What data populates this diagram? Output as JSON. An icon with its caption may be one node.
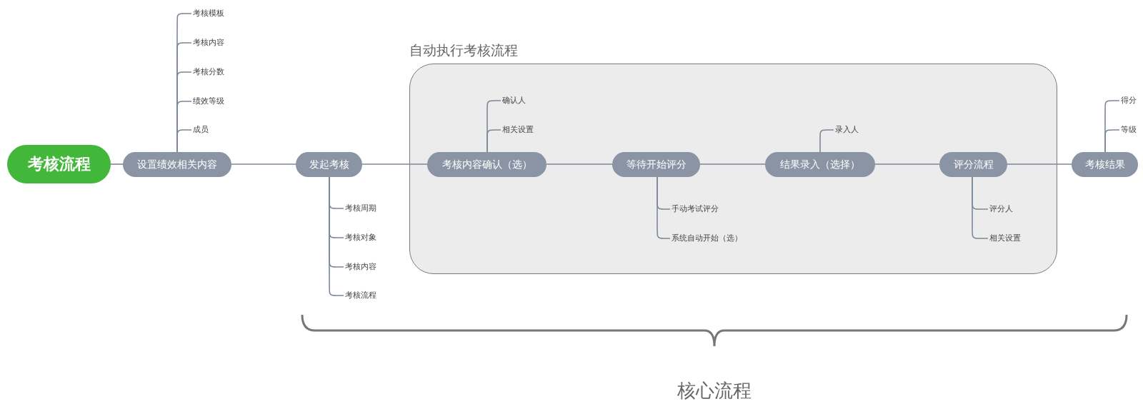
{
  "diagram": {
    "nodes": [
      {
        "text": [
          "考核流程"
        ]
      },
      {
        "text": [
          "设置绩效相关内容"
        ]
      },
      {
        "text": [
          "考核模板"
        ]
      },
      {
        "text": [
          "考核内容"
        ]
      },
      {
        "text": [
          "考核分数"
        ]
      },
      {
        "text": [
          "绩效等级"
        ]
      },
      {
        "text": [
          "成员"
        ]
      },
      {
        "text": [
          "发起考核"
        ]
      },
      {
        "text": [
          "考核周期"
        ]
      },
      {
        "text": [
          "考核对象"
        ]
      },
      {
        "text": [
          "考核内容"
        ]
      },
      {
        "text": [
          "考核流程"
        ]
      },
      {
        "text": [
          "自动执行考核流程"
        ]
      },
      {
        "text": [
          "考核内容确认（选）"
        ],
        "in": 12
      },
      {
        "text": [
          "确认人"
        ],
        "in": 12
      },
      {
        "text": [
          "相关设置"
        ],
        "in": 12
      },
      {
        "text": [
          "等待开始评分"
        ],
        "in": 12
      },
      {
        "text": [
          "手动考试评分"
        ],
        "in": 12
      },
      {
        "text": [
          "系统自动开始（选）"
        ],
        "in": 12
      },
      {
        "text": [
          "结果录入（选择）"
        ],
        "in": 12
      },
      {
        "text": [
          "录入人"
        ],
        "in": 12
      },
      {
        "text": [
          "评分流程"
        ],
        "in": 12
      },
      {
        "text": [
          "评分人"
        ],
        "in": 12
      },
      {
        "text": [
          "相关设置"
        ],
        "in": 12
      },
      {
        "text": [
          "考核结果"
        ]
      },
      {
        "text": [
          "得分"
        ]
      },
      {
        "text": [
          "等级"
        ]
      }
    ],
    "edges": [
      {
        "from": 0,
        "to": 1,
        "arrow": "none"
      },
      {
        "from": 1,
        "to": 2,
        "arrow": "none"
      },
      {
        "from": 1,
        "to": 3,
        "arrow": "none"
      },
      {
        "from": 1,
        "to": 4,
        "arrow": "none"
      },
      {
        "from": 1,
        "to": 5,
        "arrow": "none"
      },
      {
        "from": 1,
        "to": 6,
        "arrow": "none"
      },
      {
        "from": 1,
        "to": 7,
        "arrow": "none"
      },
      {
        "from": 7,
        "to": 8,
        "arrow": "none"
      },
      {
        "from": 7,
        "to": 9,
        "arrow": "none"
      },
      {
        "from": 7,
        "to": 10,
        "arrow": "none"
      },
      {
        "from": 7,
        "to": 11,
        "arrow": "none"
      },
      {
        "from": 7,
        "to": 13,
        "arrow": "none"
      },
      {
        "from": 13,
        "to": 14,
        "arrow": "none"
      },
      {
        "from": 13,
        "to": 15,
        "arrow": "none"
      },
      {
        "from": 13,
        "to": 16,
        "arrow": "none"
      },
      {
        "from": 16,
        "to": 17,
        "arrow": "none"
      },
      {
        "from": 16,
        "to": 18,
        "arrow": "none"
      },
      {
        "from": 16,
        "to": 19,
        "arrow": "none"
      },
      {
        "from": 19,
        "to": 20,
        "arrow": "none"
      },
      {
        "from": 19,
        "to": 21,
        "arrow": "none"
      },
      {
        "from": 21,
        "to": 22,
        "arrow": "none"
      },
      {
        "from": 21,
        "to": 23,
        "arrow": "none"
      },
      {
        "from": 21,
        "to": 24,
        "arrow": "none"
      },
      {
        "from": 24,
        "to": 25,
        "arrow": "none"
      },
      {
        "from": 24,
        "to": 26,
        "arrow": "none"
      }
    ],
    "labels": [
      "核心流程"
    ]
  }
}
